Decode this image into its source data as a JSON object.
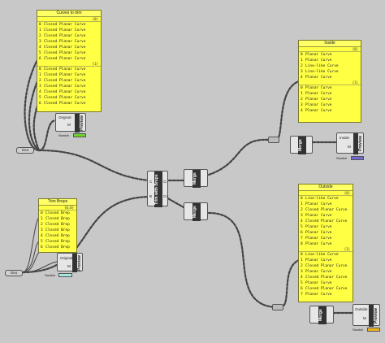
{
  "panels": {
    "curves_to_trim": {
      "title": "Curves to trim",
      "branches": [
        {
          "path": "{0}",
          "items": [
            "Closed Planar Curve",
            "Closed Planar Curve",
            "Closed Planar Curve",
            "Closed Planar Curve",
            "Closed Planar Curve",
            "Closed Planar Curve",
            "Closed Planar Curve"
          ]
        },
        {
          "path": "{1}",
          "items": [
            "Closed Planar Curve",
            "Closed Planar Curve",
            "Closed Planar Curve",
            "Closed Planar Curve",
            "Closed Planar Curve",
            "Closed Planar Curve",
            "Closed Planar Curve"
          ]
        }
      ]
    },
    "inside": {
      "title": "Inside",
      "branches": [
        {
          "path": "{0}",
          "items": [
            "Planar Curve",
            "Planar Curve",
            "Line-like Curve",
            "Line-like Curve",
            "Planar Curve"
          ]
        },
        {
          "path": "{1}",
          "items": [
            "Planar Curve",
            "Planar Curve",
            "Planar Curve",
            "Planar Curve",
            "Planar Curve"
          ]
        }
      ]
    },
    "trim_breps": {
      "title": "Trim Breps",
      "branches": [
        {
          "path": "{0;0}",
          "items": [
            "Closed Brep",
            "Closed Brep",
            "Closed Brep",
            "Closed Brep",
            "Closed Brep",
            "Closed Brep",
            "Closed Brep"
          ]
        }
      ]
    },
    "outside": {
      "title": "Outside",
      "branches": [
        {
          "path": "{0}",
          "items": [
            "Line-like Curve",
            "Planar Curve",
            "Closed Planar Curve",
            "Planar Curve",
            "Closed Planar Curve",
            "Planar Curve",
            "Planar Curve",
            "Planar Curve",
            "Planar Curve"
          ]
        },
        {
          "path": "{1}",
          "items": [
            "Line-like Curve",
            "Planar Curve",
            "Closed Planar Curve",
            "Planar Curve",
            "Closed Planar Curve",
            "Planar Curve",
            "Closed Planar Curve",
            "Planar Curve"
          ]
        }
      ]
    }
  },
  "components": {
    "preview_top": {
      "label_o": "Original",
      "label_m": "M",
      "vlabel": "Preview",
      "swatch": "Swatch",
      "color": "#6ad32a"
    },
    "preview_inside": {
      "label_o": "Inside",
      "label_m": "M",
      "vlabel": "Preview",
      "swatch": "Swatch",
      "color": "#7467d8"
    },
    "preview_bottom": {
      "label_o": "Original",
      "label_m": "M",
      "vlabel": "Preview",
      "swatch": "Swatch",
      "color": "#a8e8e0"
    },
    "preview_outside": {
      "label_o": "Outside",
      "label_m": "M",
      "vlabel": "Preview",
      "swatch": "Swatch",
      "color": "#f0b41e"
    },
    "trim": {
      "vlabel": "Trim with Breps",
      "in_c": "C",
      "in_b": "B",
      "out_ci": "Ci",
      "out_co": "Co"
    },
    "flatten_a": {
      "vlabel": "Merge"
    },
    "flatten_b": {
      "vlabel": "Merge"
    },
    "merge_inside": {
      "vlabel": "Merge"
    },
    "merge_outside": {
      "vlabel": "Merge"
    },
    "geo_top": {
      "label": "Geo"
    },
    "geo_bottom": {
      "label": "Geo"
    }
  }
}
